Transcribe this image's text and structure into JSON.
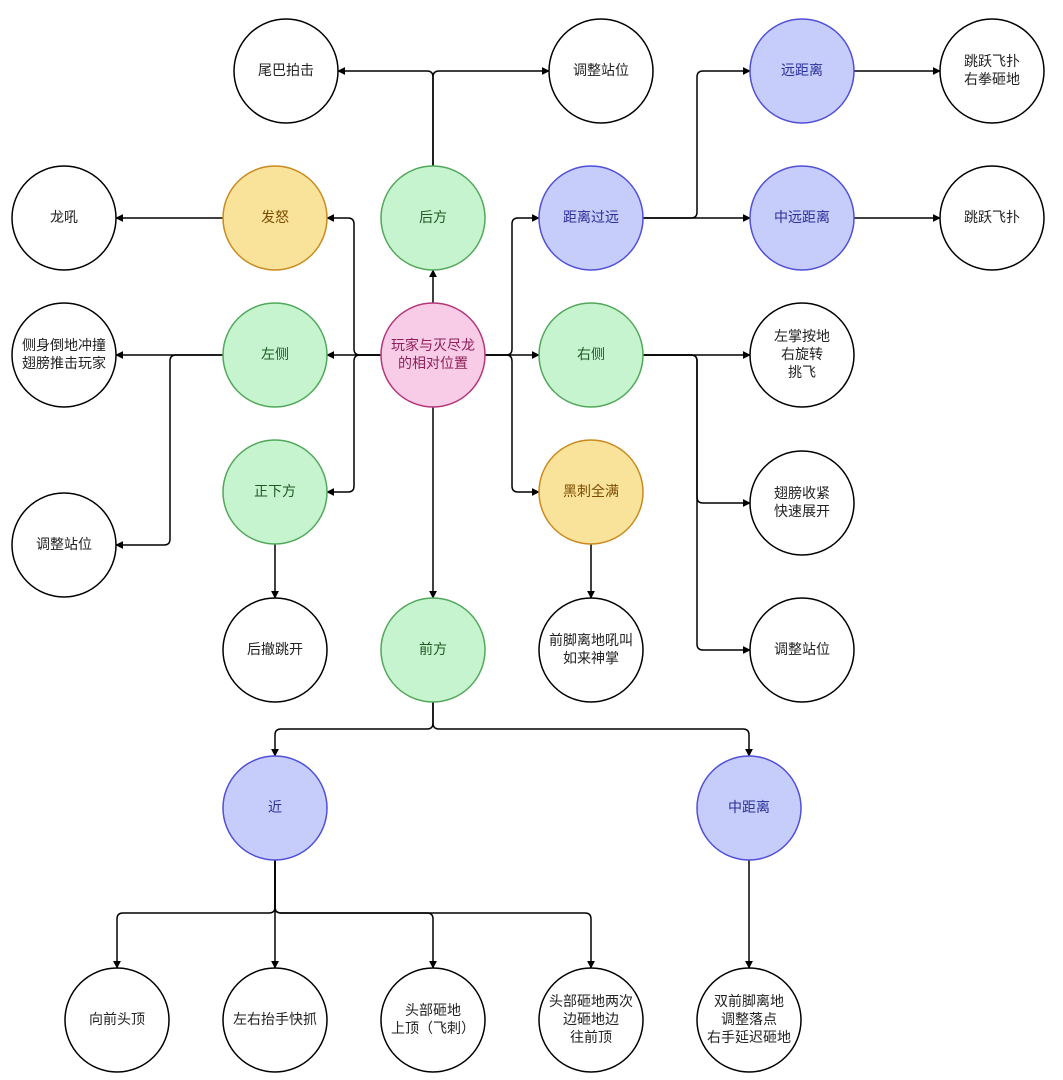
{
  "palette": {
    "pink": {
      "fill": "#f8cce6",
      "stroke": "#b5377a",
      "text": "#8e1f5a"
    },
    "green": {
      "fill": "#c6f4cf",
      "stroke": "#52a85a",
      "text": "#1f5a25"
    },
    "yellow": {
      "fill": "#f9e39a",
      "stroke": "#c98a1f",
      "text": "#7a4b00"
    },
    "blue": {
      "fill": "#c7cdfa",
      "stroke": "#4f4fd8",
      "text": "#2b2f9a"
    },
    "white": {
      "fill": "#ffffff",
      "stroke": "#000000",
      "text": "#222222"
    },
    "edge": "#000000"
  },
  "nodes": [
    {
      "id": "center",
      "lines": [
        "玩家与灭尽龙",
        "的相对位置"
      ],
      "color": "pink"
    },
    {
      "id": "behind",
      "lines": [
        "后方"
      ],
      "color": "green"
    },
    {
      "id": "left",
      "lines": [
        "左侧"
      ],
      "color": "green"
    },
    {
      "id": "right",
      "lines": [
        "右侧"
      ],
      "color": "green"
    },
    {
      "id": "below",
      "lines": [
        "正下方"
      ],
      "color": "green"
    },
    {
      "id": "front",
      "lines": [
        "前方"
      ],
      "color": "green"
    },
    {
      "id": "rage",
      "lines": [
        "发怒"
      ],
      "color": "yellow"
    },
    {
      "id": "spikes",
      "lines": [
        "黑刺全满"
      ],
      "color": "yellow"
    },
    {
      "id": "too-far",
      "lines": [
        "距离过远"
      ],
      "color": "blue"
    },
    {
      "id": "far",
      "lines": [
        "远距离"
      ],
      "color": "blue"
    },
    {
      "id": "mid-far",
      "lines": [
        "中远距离"
      ],
      "color": "blue"
    },
    {
      "id": "near",
      "lines": [
        "近"
      ],
      "color": "blue"
    },
    {
      "id": "mid",
      "lines": [
        "中距离"
      ],
      "color": "blue"
    },
    {
      "id": "tail-slam",
      "lines": [
        "尾巴拍击"
      ],
      "color": "white"
    },
    {
      "id": "reposition-behind",
      "lines": [
        "调整站位"
      ],
      "color": "white"
    },
    {
      "id": "jump-punch",
      "lines": [
        "跳跃飞扑",
        "右拳砸地"
      ],
      "color": "white"
    },
    {
      "id": "roar",
      "lines": [
        "龙吼"
      ],
      "color": "white"
    },
    {
      "id": "jump-pounce",
      "lines": [
        "跳跃飞扑"
      ],
      "color": "white"
    },
    {
      "id": "side-charge",
      "lines": [
        "侧身倒地冲撞",
        "翅膀推击玩家"
      ],
      "color": "white"
    },
    {
      "id": "left-palm",
      "lines": [
        "左掌按地",
        "右旋转",
        "挑飞"
      ],
      "color": "white"
    },
    {
      "id": "reposition-left",
      "lines": [
        "调整站位"
      ],
      "color": "white"
    },
    {
      "id": "wings",
      "lines": [
        "翅膀收紧",
        "快速展开"
      ],
      "color": "white"
    },
    {
      "id": "back-jump",
      "lines": [
        "后撤跳开"
      ],
      "color": "white"
    },
    {
      "id": "roar-palm",
      "lines": [
        "前脚离地吼叫",
        "如来神掌"
      ],
      "color": "white"
    },
    {
      "id": "reposition-right",
      "lines": [
        "调整站位"
      ],
      "color": "white"
    },
    {
      "id": "headbutt",
      "lines": [
        "向前头顶"
      ],
      "color": "white"
    },
    {
      "id": "quick-grab",
      "lines": [
        "左右抬手快抓"
      ],
      "color": "white"
    },
    {
      "id": "head-slam",
      "lines": [
        "头部砸地",
        "上顶（飞刺）"
      ],
      "color": "white"
    },
    {
      "id": "head-slam-twice",
      "lines": [
        "头部砸地两次",
        "边砸地边",
        "往前顶"
      ],
      "color": "white"
    },
    {
      "id": "double-leg",
      "lines": [
        "双前脚离地",
        "调整落点",
        "右手延迟砸地"
      ],
      "color": "white"
    }
  ],
  "edges": [
    {
      "from": "center",
      "to": "behind"
    },
    {
      "from": "center",
      "to": "left"
    },
    {
      "from": "center",
      "to": "rage"
    },
    {
      "from": "center",
      "to": "below"
    },
    {
      "from": "center",
      "to": "front"
    },
    {
      "from": "center",
      "to": "right"
    },
    {
      "from": "center",
      "to": "too-far"
    },
    {
      "from": "center",
      "to": "spikes"
    },
    {
      "from": "behind",
      "to": "tail-slam"
    },
    {
      "from": "behind",
      "to": "reposition-behind"
    },
    {
      "from": "too-far",
      "to": "far"
    },
    {
      "from": "too-far",
      "to": "mid-far"
    },
    {
      "from": "far",
      "to": "jump-punch"
    },
    {
      "from": "mid-far",
      "to": "jump-pounce"
    },
    {
      "from": "rage",
      "to": "roar"
    },
    {
      "from": "left",
      "to": "side-charge"
    },
    {
      "from": "left",
      "to": "reposition-left"
    },
    {
      "from": "right",
      "to": "left-palm"
    },
    {
      "from": "right",
      "to": "wings"
    },
    {
      "from": "right",
      "to": "reposition-right"
    },
    {
      "from": "below",
      "to": "back-jump"
    },
    {
      "from": "spikes",
      "to": "roar-palm"
    },
    {
      "from": "front",
      "to": "near"
    },
    {
      "from": "front",
      "to": "mid"
    },
    {
      "from": "near",
      "to": "headbutt"
    },
    {
      "from": "near",
      "to": "quick-grab"
    },
    {
      "from": "near",
      "to": "head-slam"
    },
    {
      "from": "near",
      "to": "head-slam-twice"
    },
    {
      "from": "mid",
      "to": "double-leg"
    }
  ]
}
